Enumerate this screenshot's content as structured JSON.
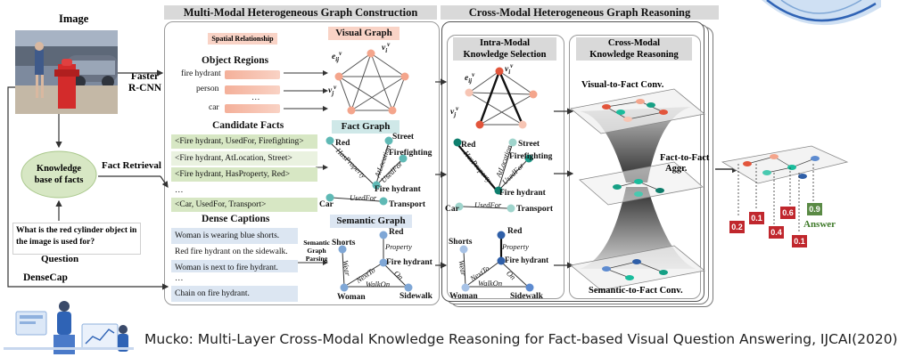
{
  "sections": {
    "image": "Image",
    "construction": "Multi-Modal Heterogeneous Graph Construction",
    "reasoning": "Cross-Modal Heterogeneous Graph Reasoning",
    "intra": [
      "Intra-Modal",
      "Knowledge Selection"
    ],
    "cross": [
      "Cross-Modal",
      "Knowledge Reasoning"
    ]
  },
  "pipeline": {
    "faster_rcnn": [
      "Faster",
      "R-CNN"
    ],
    "fact_retrieval": "Fact Retrieval",
    "knowledge_base": [
      "Knowledge",
      "base of facts"
    ],
    "question": "What is the red cylinder object in the image is used for?",
    "question_label": "Question",
    "densecap": "DenseCap"
  },
  "visual": {
    "spatial_relationship": "Spatial Relationship",
    "object_regions": "Object Regions",
    "objects": [
      "fire hydrant",
      "person",
      "…",
      "car"
    ],
    "graph_title": "Visual Graph",
    "edge_label": "e",
    "node_label": "v"
  },
  "facts": {
    "title": "Candidate Facts",
    "items": [
      "<Fire hydrant, UsedFor, Firefighting>",
      "<Fire hydrant, AtLocation, Street>",
      "<Fire hydrant, HasProperty, Red>",
      "…",
      "<Car, UsedFor, Transport>"
    ],
    "graph_title": "Fact Graph",
    "nodes": [
      "Red",
      "Street",
      "Firefighting",
      "Fire hydrant",
      "Car",
      "Transport"
    ],
    "relations": [
      "HasProperty",
      "AtLocation",
      "UsedFor",
      "UsedFor"
    ]
  },
  "captions": {
    "title": "Dense Captions",
    "items": [
      "Woman is wearing blue shorts.",
      "Red fire hydrant on the sidewalk.",
      "Woman is next to fire hydrant.",
      "…",
      "Chain on fire hydrant."
    ],
    "parsing": [
      "Semantic",
      "Graph",
      "Parsing"
    ],
    "graph_title": "Semantic Graph",
    "nodes": [
      "Red",
      "Shorts",
      "Fire hydrant",
      "Woman",
      "Sidewalk"
    ],
    "relations": [
      "Property",
      "Wear",
      "NextTo",
      "On",
      "WalkOn"
    ]
  },
  "reasoning": {
    "v2f": "Visual-to-Fact Conv.",
    "f2f": [
      "Fact-to-Fact",
      "Aggr."
    ],
    "s2f": "Semantic-to-Fact Conv.",
    "answer_label": "Answer",
    "scores": [
      "0.2",
      "0.1",
      "0.4",
      "0.6",
      "0.9",
      "0.1"
    ]
  },
  "footer": "Mucko: Multi-Layer Cross-Modal Knowledge Reasoning for Fact-based Visual Question Answering, IJCAI(2020)"
}
